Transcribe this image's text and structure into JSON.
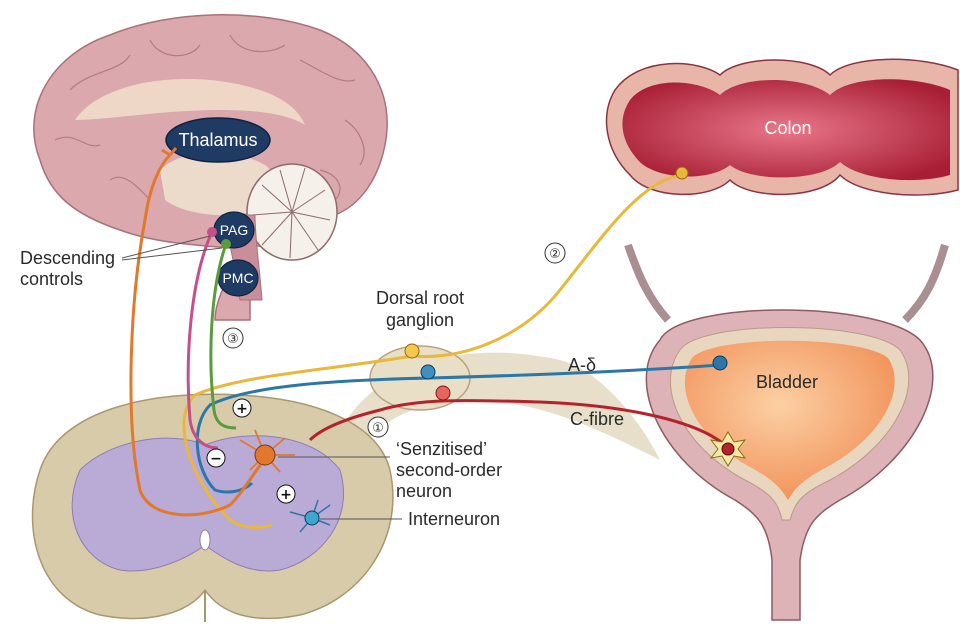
{
  "labels": {
    "thalamus": "Thalamus",
    "pag": "PAG",
    "pmc": "PMC",
    "colon": "Colon",
    "bladder": "Bladder",
    "descending_line1": "Descending",
    "descending_line2": "controls",
    "drg_line1": "Dorsal root",
    "drg_line2": "ganglion",
    "a_delta": "A-δ",
    "c_fibre": "C-fibre",
    "neuron_line1": "‘Senzitised’",
    "neuron_line2": "second-order",
    "neuron_line3": "neuron",
    "interneuron": "Interneuron",
    "step1": "①",
    "step2": "②",
    "step3": "③",
    "plus": "+",
    "minus": "−"
  },
  "colors": {
    "brain": "#d9a4aa",
    "spinal_white": "#d9cdb0",
    "spinal_grey": "#b9a8d6",
    "colon": "#c8384c",
    "bladder_inner": "#f6b47e",
    "nucleus": "#1f3b63",
    "orange_path": "#e1782c",
    "yellow_path": "#e9b83a",
    "blue_path": "#2b78a8",
    "red_path": "#b5222b",
    "pink_path": "#c64f8b",
    "green_path": "#5a9b3f"
  }
}
